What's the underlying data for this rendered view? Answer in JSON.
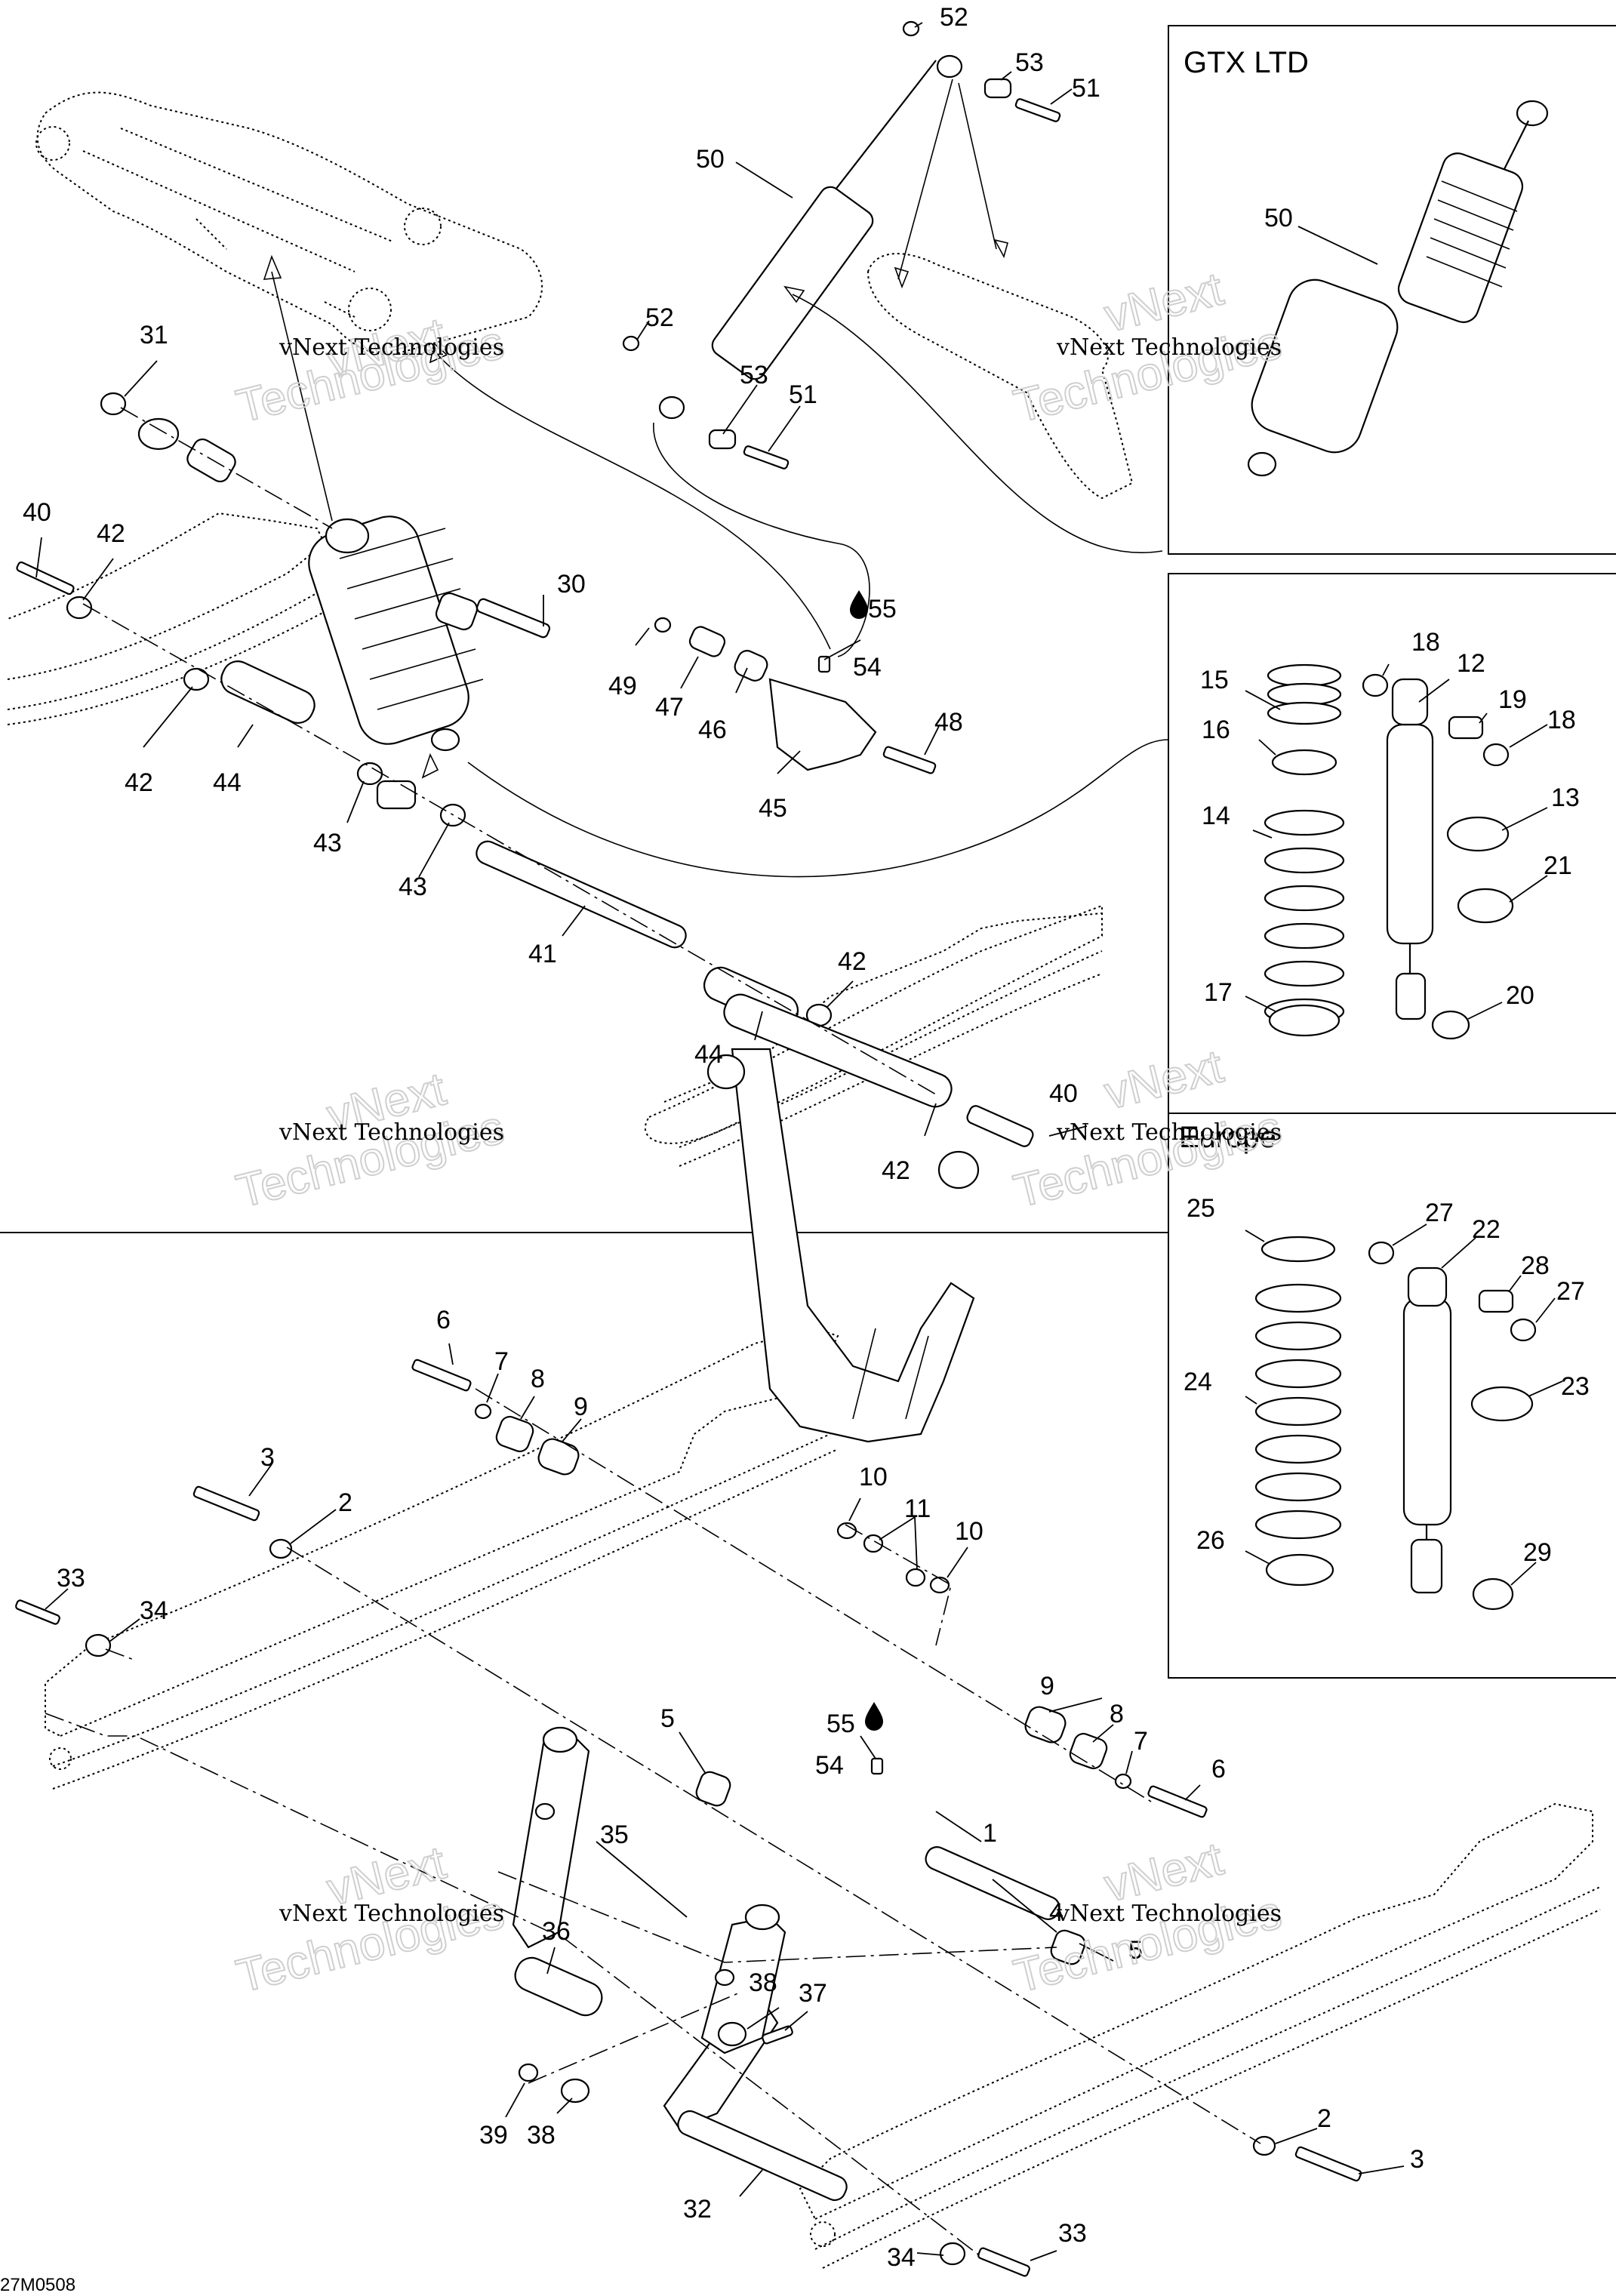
{
  "title": "",
  "panels": {
    "gtx_ltd": "GTX LTD",
    "europe": "Europe"
  },
  "watermark": {
    "line1": "vNext Technologies",
    "line2": "Technologies",
    "line3": "vNext"
  },
  "drawing_code": "27M0508",
  "lubricant_symbol": "oil-drop-icon",
  "callouts": [
    "1",
    "2",
    "3",
    "4",
    "5",
    "6",
    "7",
    "8",
    "9",
    "10",
    "11",
    "12",
    "13",
    "14",
    "15",
    "16",
    "17",
    "18",
    "19",
    "20",
    "21",
    "22",
    "23",
    "24",
    "25",
    "26",
    "27",
    "28",
    "29",
    "30",
    "31",
    "32",
    "33",
    "34",
    "35",
    "36",
    "37",
    "38",
    "39",
    "40",
    "41",
    "42",
    "43",
    "44",
    "45",
    "46",
    "47",
    "48",
    "49",
    "50",
    "51",
    "52",
    "53",
    "54",
    "55"
  ]
}
